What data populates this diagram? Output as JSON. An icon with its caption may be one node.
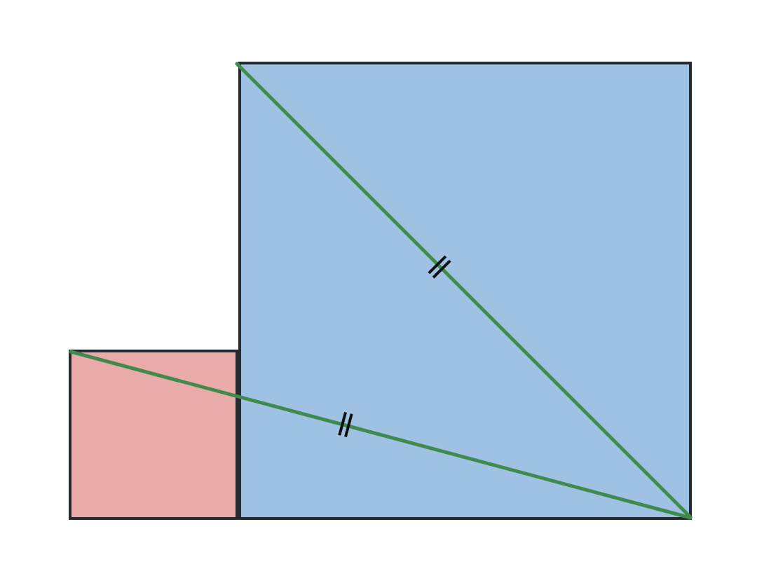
{
  "diagram": {
    "nodes": [
      {
        "text": [],
        "shape": "box"
      },
      {
        "text": [],
        "shape": "box"
      }
    ],
    "edges": [
      {
        "from": 0,
        "to": 1,
        "arrow": "none"
      }
    ]
  }
}
